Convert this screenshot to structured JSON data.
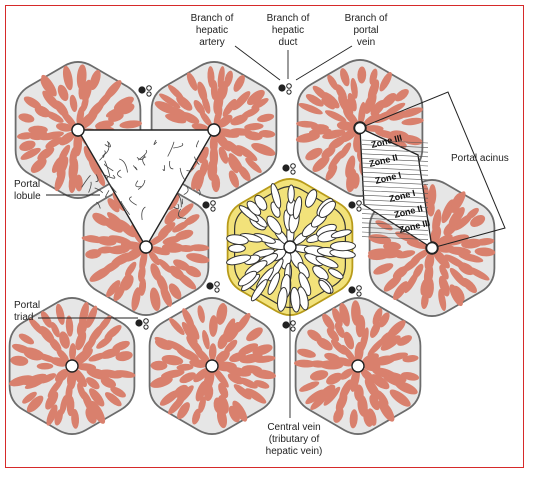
{
  "labels": {
    "hepatic_artery": [
      "Branch of",
      "hepatic",
      "artery"
    ],
    "hepatic_duct": [
      "Branch of",
      "hepatic",
      "duct"
    ],
    "portal_vein": [
      "Branch of",
      "portal",
      "vein"
    ],
    "portal_lobule": [
      "Portal",
      "lobule"
    ],
    "portal_acinus": "Portal acinus",
    "portal_triad": [
      "Portal",
      "triad"
    ],
    "central_vein": [
      "Central vein",
      "(tributary of",
      "hepatic vein)"
    ]
  },
  "zones": {
    "upper": [
      "Zone III",
      "Zone II",
      "Zone I"
    ],
    "lower": [
      "Zone I",
      "Zone II",
      "Zone III"
    ]
  },
  "colors": {
    "border": "#d62a2a",
    "lobule_fill": "#e6e6e6",
    "lobule_stroke": "#6c6c6c",
    "cords": "#d9806d",
    "central_lobule": "#f2e27a",
    "central_stroke": "#b89b1a",
    "ink": "#222222"
  }
}
